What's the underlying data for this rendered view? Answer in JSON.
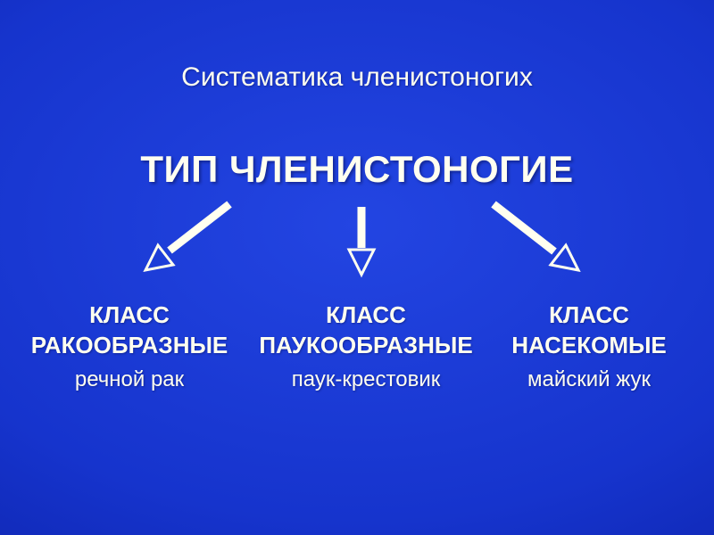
{
  "slide": {
    "title": "Систематика членистоногих",
    "heading": "ТИП ЧЛЕНИСТОНОГИЕ",
    "branches": [
      {
        "class_label": "КЛАСС",
        "class_name": "РАКООБРАЗНЫЕ",
        "example": "речной рак"
      },
      {
        "class_label": "КЛАСС",
        "class_name": "ПАУКООБРАЗНЫЕ",
        "example": "паук-крестовик"
      },
      {
        "class_label": "КЛАСС",
        "class_name": "НАСЕКОМЫЕ",
        "example": "майский жук"
      }
    ],
    "arrows": [
      "arrow-down-left",
      "arrow-down",
      "arrow-down-right"
    ],
    "colors": {
      "background_center": "#2345e2",
      "background_edge": "#0a1da0",
      "text": "#fffff0"
    }
  }
}
